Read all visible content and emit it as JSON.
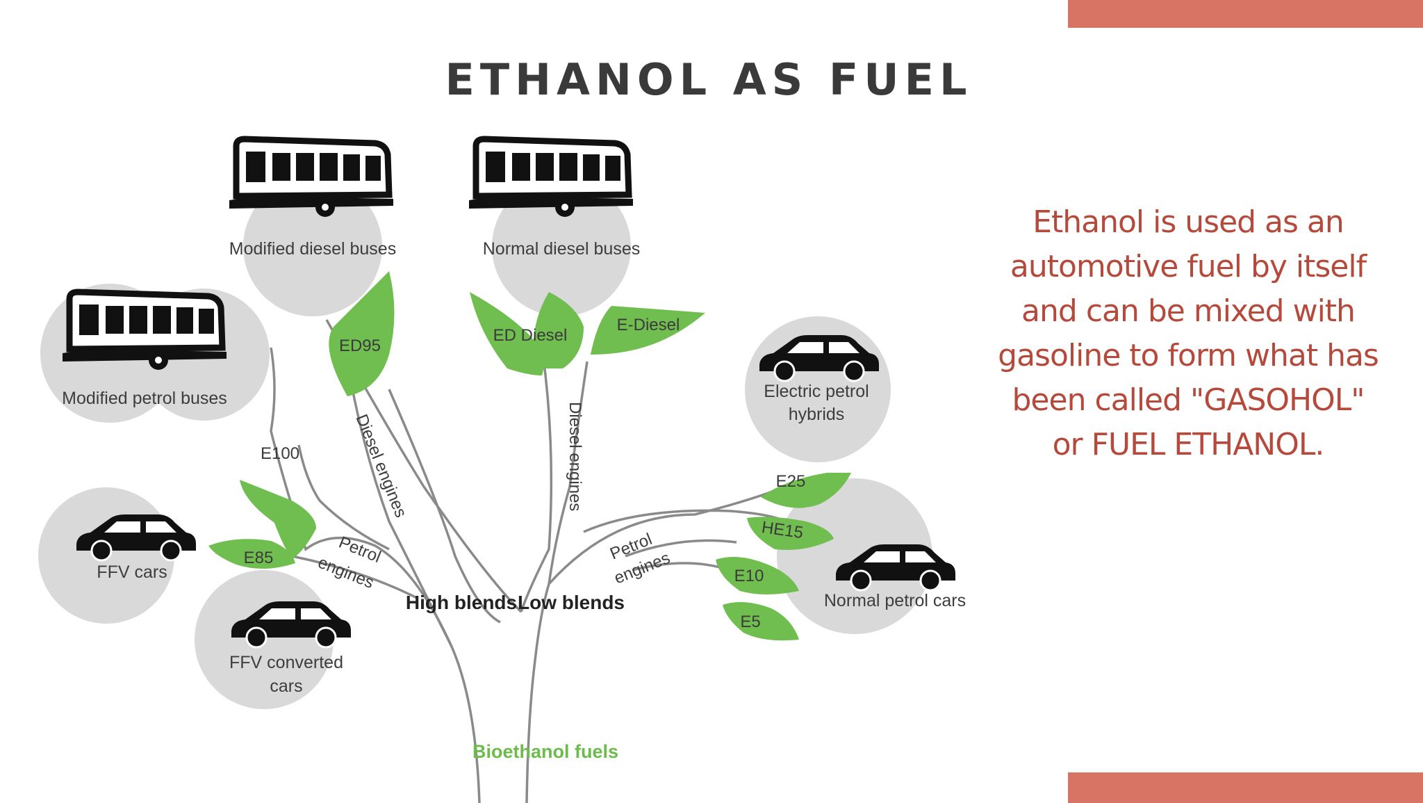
{
  "slide": {
    "title": "ETHANOL AS FUEL",
    "description": "Ethanol is used as an automotive fuel by itself and can be mixed with gasoline to form what has been called \"GASOHOL\" or FUEL ETHANOL.",
    "accent_color": "#d87463",
    "text_color": "#b5493c"
  },
  "diagram": {
    "root": "Bioethanol fuels",
    "branches": {
      "high": "High blends",
      "low": "Low blends"
    },
    "engines": {
      "diesel_left": "Diesel engines",
      "diesel_right": "Diesel engines",
      "petrol_left_1": "Petrol",
      "petrol_left_2": "engines",
      "petrol_right_1": "Petrol",
      "petrol_right_2": "engines"
    },
    "leaves": {
      "ed95": "ED95",
      "e100": "E100",
      "e85": "E85",
      "ed_diesel": "ED Diesel",
      "e_diesel": "E-Diesel",
      "e25": "E25",
      "he15": "HE15",
      "e10": "E10",
      "e5": "E5"
    },
    "vehicles": {
      "modified_diesel_buses": "Modified diesel buses",
      "normal_diesel_buses": "Normal diesel buses",
      "modified_petrol_buses": "Modified petrol buses",
      "ffv_cars": "FFV cars",
      "ffv_converted_1": "FFV converted",
      "ffv_converted_2": "cars",
      "electric_hybrids_1": "Electric petrol",
      "electric_hybrids_2": "hybrids",
      "normal_petrol_cars": "Normal petrol cars"
    },
    "icons": [
      "bus-icon",
      "car-icon",
      "leaf-icon"
    ],
    "leaf_color": "#6fbe4f",
    "circle_color": "#d9d9d9"
  }
}
